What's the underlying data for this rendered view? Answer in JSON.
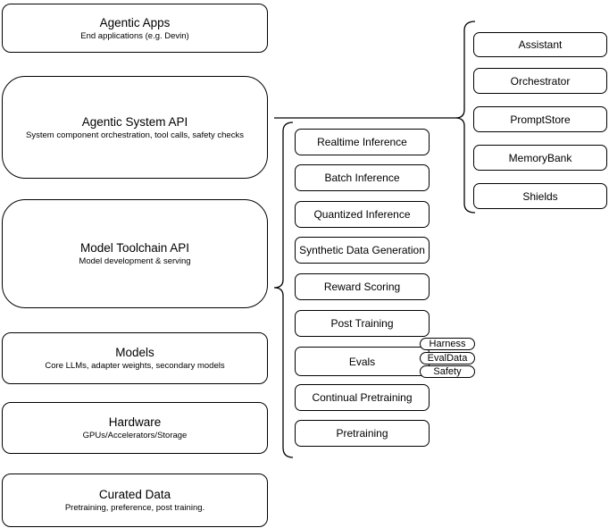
{
  "colors": {
    "stroke": "#000000",
    "background": "#ffffff",
    "text": "#000000"
  },
  "stack": {
    "boxes": [
      {
        "title": "Agentic Apps",
        "subtitle": "End applications (e.g. Devin)"
      },
      {
        "title": "Agentic System API",
        "subtitle": "System component orchestration, tool calls, safety checks"
      },
      {
        "title": "Model Toolchain API",
        "subtitle": "Model development & serving"
      },
      {
        "title": "Models",
        "subtitle": "Core LLMs, adapter weights, secondary models"
      },
      {
        "title": "Hardware",
        "subtitle": "GPUs/Accelerators/Storage"
      },
      {
        "title": "Curated Data",
        "subtitle": "Pretraining, preference, post training."
      }
    ]
  },
  "toolchain": {
    "items": [
      "Realtime Inference",
      "Batch Inference",
      "Quantized Inference",
      "Synthetic Data Generation",
      "Reward Scoring",
      "Post Training",
      "Evals",
      "Continual Pretraining",
      "Pretraining"
    ]
  },
  "eval_tags": {
    "items": [
      "Harness",
      "EvalData",
      "Safety"
    ]
  },
  "system_components": {
    "items": [
      "Assistant",
      "Orchestrator",
      "PromptStore",
      "MemoryBank",
      "Shields"
    ]
  }
}
